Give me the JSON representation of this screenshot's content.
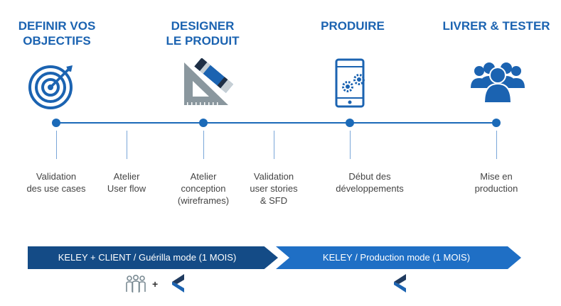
{
  "phases": [
    {
      "title": "DEFINIR VOS\nOBJECTIFS",
      "icon": "target-icon"
    },
    {
      "title": "DESIGNER\nLE PRODUIT",
      "icon": "design-tools-icon"
    },
    {
      "title": "PRODUIRE",
      "icon": "mobile-gears-icon"
    },
    {
      "title": "LIVRER & TESTER",
      "icon": "user-group-icon"
    }
  ],
  "milestones": [
    {
      "label": "Validation\ndes use cases"
    },
    {
      "label": "Atelier\nUser flow"
    },
    {
      "label": "Atelier\nconception\n(wireframes)"
    },
    {
      "label": "Validation\nuser stories\n& SFD"
    },
    {
      "label": "Début des\ndéveloppements"
    },
    {
      "label": "Mise en\nproduction"
    }
  ],
  "banners": {
    "guerilla": "KELEY + CLIENT / Guérilla mode  (1 MOIS)",
    "production": "KELEY / Production mode   (1 MOIS)"
  },
  "footer": {
    "plus": "+",
    "icons": [
      "people-icon",
      "keley-logo-icon"
    ]
  },
  "colors": {
    "primary": "#1b63b1",
    "banner_dark": "#144b86",
    "banner_light": "#1f6fc5",
    "icon_gray": "#7a8a93",
    "logo_dark": "#1f3a5f"
  }
}
